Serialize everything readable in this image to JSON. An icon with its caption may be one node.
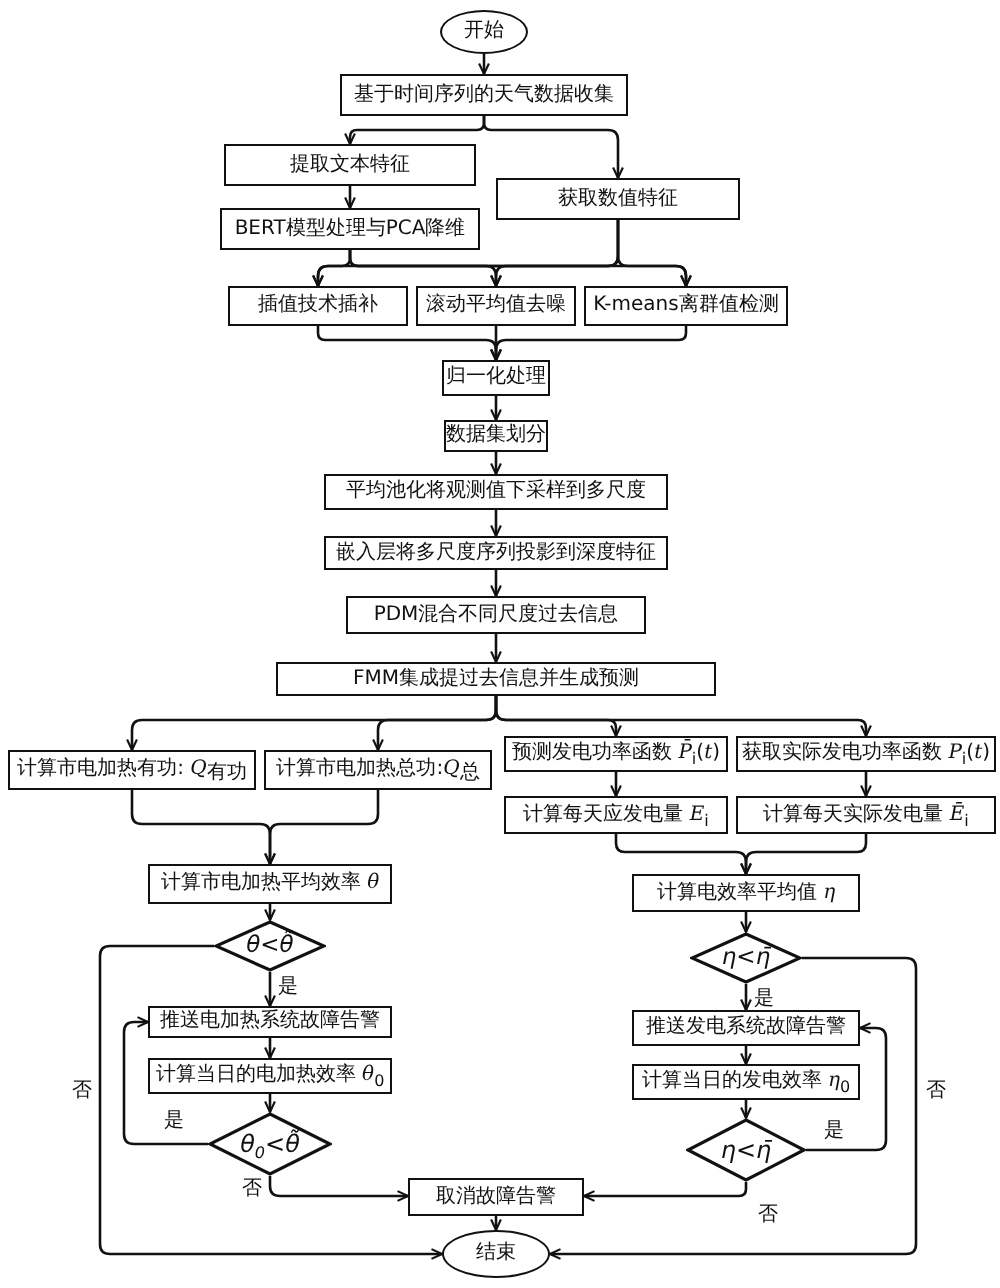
{
  "diagram": {
    "nodes": [
      {
        "text": [
          "开始"
        ]
      },
      {
        "text": [
          "基于时间序列的天气数据收集"
        ]
      },
      {
        "text": [
          "提取文本特征"
        ]
      },
      {
        "text": [
          "获取数值特征"
        ]
      },
      {
        "text": [
          "BERT模型处理与PCA降维"
        ]
      },
      {
        "text": [
          "插值技术插补"
        ]
      },
      {
        "text": [
          "滚动平均值去噪"
        ]
      },
      {
        "text": [
          "K-means离群值检测"
        ]
      },
      {
        "text": [
          "归一化处理"
        ]
      },
      {
        "text": [
          "数据集划分"
        ]
      },
      {
        "text": [
          "平均池化将观测值下采样到多尺度"
        ]
      },
      {
        "text": [
          "嵌入层将多尺度序列投影到深度特征"
        ]
      },
      {
        "text": [
          "PDM混合不同尺度过去信息"
        ]
      },
      {
        "text": [
          "FMM集成提过去信息并生成预测"
        ]
      },
      {
        "text": [
          "计算市电加热有功: *Q*$_{有功}$"
        ]
      },
      {
        "text": [
          "计算市电加热总功:*Q*$_{总}$"
        ]
      },
      {
        "text": [
          "预测发电功率函数 *P̄*$_{i}$(*t*)"
        ]
      },
      {
        "text": [
          "获取实际发电功率函数 *P*$_{i}$(*t*)"
        ]
      },
      {
        "text": [
          "计算每天应发电量 *E*$_{i}$"
        ]
      },
      {
        "text": [
          "计算每天实际发电量 *Ē*$_{i}$"
        ]
      },
      {
        "text": [
          "计算市电加热平均效率 *θ*"
        ]
      },
      {
        "text": [
          "计算电效率平均值 *η*"
        ]
      },
      {
        "text": [
          "θ<θ̃"
        ]
      },
      {
        "text": [
          "η<η̄"
        ]
      },
      {
        "text": [
          "推送电加热系统故障告警"
        ]
      },
      {
        "text": [
          "推送发电系统故障告警"
        ]
      },
      {
        "text": [
          "计算当日的电加热效率 *θ*$_{0}$"
        ]
      },
      {
        "text": [
          "计算当日的发电效率 *η*$_{0}$"
        ]
      },
      {
        "text": [
          "θ$_{0}$<θ̃"
        ]
      },
      {
        "text": [
          "η<η̄"
        ]
      },
      {
        "text": [
          "取消故障告警"
        ]
      },
      {
        "text": [
          "结束"
        ]
      }
    ],
    "edges": [
      {
        "from": 0,
        "to": 1,
        "arrow": "to"
      },
      {
        "from": 1,
        "to": 2,
        "arrow": "to"
      },
      {
        "from": 1,
        "to": 3,
        "arrow": "to"
      },
      {
        "from": 2,
        "to": 4,
        "arrow": "to"
      },
      {
        "from": 4,
        "to": 5,
        "arrow": "to"
      },
      {
        "from": 4,
        "to": 6,
        "arrow": "to"
      },
      {
        "from": 4,
        "to": 7,
        "arrow": "to"
      },
      {
        "from": 3,
        "to": 5,
        "arrow": "to"
      },
      {
        "from": 3,
        "to": 6,
        "arrow": "to"
      },
      {
        "from": 3,
        "to": 7,
        "arrow": "to"
      },
      {
        "from": 5,
        "to": 8,
        "arrow": "to"
      },
      {
        "from": 6,
        "to": 8,
        "arrow": "to"
      },
      {
        "from": 7,
        "to": 8,
        "arrow": "to"
      },
      {
        "from": 8,
        "to": 9,
        "arrow": "to"
      },
      {
        "from": 9,
        "to": 10,
        "arrow": "to"
      },
      {
        "from": 10,
        "to": 11,
        "arrow": "to"
      },
      {
        "from": 11,
        "to": 12,
        "arrow": "to"
      },
      {
        "from": 12,
        "to": 13,
        "arrow": "to"
      },
      {
        "from": 13,
        "to": 14,
        "arrow": "to"
      },
      {
        "from": 13,
        "to": 15,
        "arrow": "to"
      },
      {
        "from": 13,
        "to": 16,
        "arrow": "to"
      },
      {
        "from": 13,
        "to": 17,
        "arrow": "to"
      },
      {
        "from": 14,
        "to": 20,
        "arrow": "to"
      },
      {
        "from": 15,
        "to": 20,
        "arrow": "to"
      },
      {
        "from": 16,
        "to": 18,
        "arrow": "to"
      },
      {
        "from": 17,
        "to": 19,
        "arrow": "to"
      },
      {
        "from": 18,
        "to": 21,
        "arrow": "to"
      },
      {
        "from": 19,
        "to": 21,
        "arrow": "to"
      },
      {
        "from": 20,
        "to": 22,
        "arrow": "to"
      },
      {
        "from": 21,
        "to": 23,
        "arrow": "to"
      },
      {
        "from": 22,
        "to": 24,
        "arrow": "to",
        "label": "是"
      },
      {
        "from": 22,
        "to": 31,
        "arrow": "to",
        "label": "否"
      },
      {
        "from": 23,
        "to": 25,
        "arrow": "to",
        "label": "是"
      },
      {
        "from": 23,
        "to": 31,
        "arrow": "to",
        "label": "否"
      },
      {
        "from": 24,
        "to": 26,
        "arrow": "to"
      },
      {
        "from": 25,
        "to": 27,
        "arrow": "to"
      },
      {
        "from": 26,
        "to": 28,
        "arrow": "to"
      },
      {
        "from": 27,
        "to": 29,
        "arrow": "to"
      },
      {
        "from": 28,
        "to": 24,
        "arrow": "to",
        "label": "是"
      },
      {
        "from": 28,
        "to": 30,
        "arrow": "to",
        "label": "否"
      },
      {
        "from": 29,
        "to": 25,
        "arrow": "to",
        "label": "是"
      },
      {
        "from": 29,
        "to": 30,
        "arrow": "to",
        "label": "否"
      },
      {
        "from": 30,
        "to": 31,
        "arrow": "to"
      }
    ]
  }
}
